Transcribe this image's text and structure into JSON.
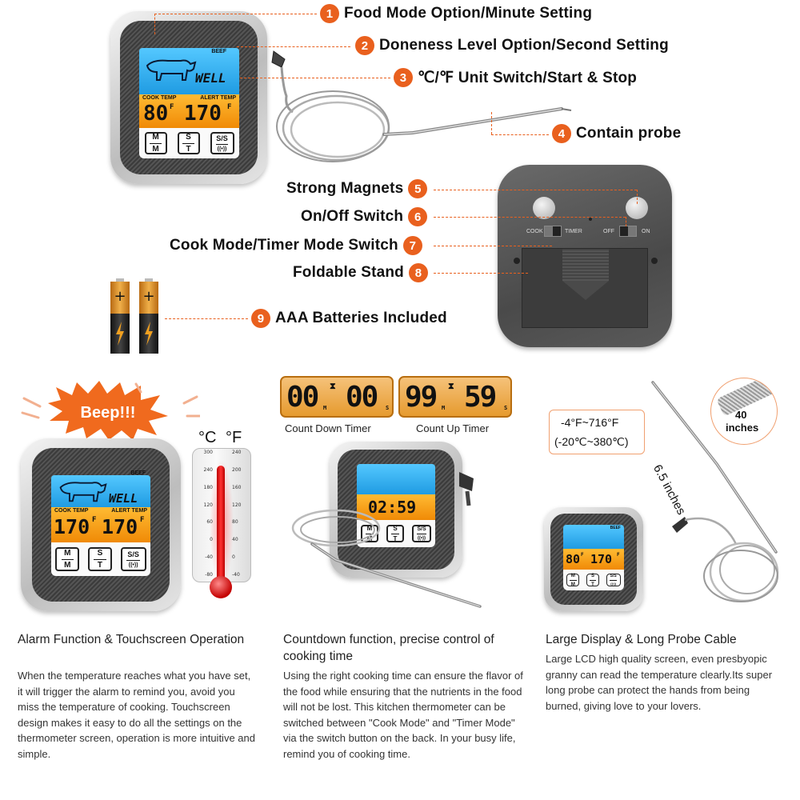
{
  "callouts": {
    "c1": {
      "num": "1",
      "label": "Food Mode Option/Minute Setting"
    },
    "c2": {
      "num": "2",
      "label": "Doneness Level Option/Second Setting"
    },
    "c3": {
      "num": "3",
      "label": "℃/℉ Unit Switch/Start & Stop"
    },
    "c4": {
      "num": "4",
      "label": "Contain probe"
    },
    "c5": {
      "num": "5",
      "label": "Strong Magnets"
    },
    "c6": {
      "num": "6",
      "label": "On/Off Switch"
    },
    "c7": {
      "num": "7",
      "label": "Cook Mode/Timer Mode Switch"
    },
    "c8": {
      "num": "8",
      "label": "Foldable Stand"
    },
    "c9": {
      "num": "9",
      "label": "AAA Batteries Included"
    }
  },
  "device_main": {
    "food": "BEEF",
    "doneness": "WELL",
    "cook_label": "COOK TEMP",
    "alert_label": "ALERT TEMP",
    "cook_value": "80",
    "alert_value": "170",
    "unit": "F",
    "key_mm_top": "M",
    "key_mm_bot": "M",
    "key_st_top": "S",
    "key_st_bot": "T",
    "key_ss_top": "S/S",
    "key_ss_bot": "((•))"
  },
  "back": {
    "cook": "COOK",
    "timer": "TIMER",
    "off": "OFF",
    "on": "ON"
  },
  "beep": "Beep!!!",
  "device_alarm": {
    "food": "BEEF",
    "doneness": "WELL",
    "cook_label": "COOK TEMP",
    "alert_label": "ALERT TEMP",
    "cook_value": "170",
    "alert_value": "170",
    "unit": "F"
  },
  "thermo_scale": {
    "c_unit": "°C",
    "f_unit": "°F",
    "c_ticks": [
      "300",
      "240",
      "180",
      "120",
      "60",
      "0",
      "-40",
      "-80"
    ],
    "f_ticks": [
      "240",
      "200",
      "160",
      "120",
      "80",
      "40",
      "0",
      "-40"
    ]
  },
  "timers": {
    "down_min": "00",
    "down_sec": "00",
    "up_min": "99",
    "up_sec": "59",
    "m": "M",
    "s": "S",
    "down_label": "Count Down Timer",
    "up_label": "Count Up Timer",
    "center_display": "02:59"
  },
  "range": {
    "line1": "-4°F~716°F",
    "line2": "(-20℃~380℃)"
  },
  "cable": {
    "length": "6.5 inches",
    "mesh_value": "40",
    "mesh_unit": "inches"
  },
  "device_small": {
    "food": "BEEF",
    "cook_value": "80",
    "alert_value": "170",
    "unit": "F"
  },
  "captions": {
    "alarm": {
      "title": "Alarm Function & Touchscreen Operation",
      "body": "When the temperature reaches what you have set, it will trigger the alarm to remind you, avoid you miss the temperature of cooking. Touchscreen design makes it easy to do all the settings on the thermometer screen, operation is more intuitive and simple."
    },
    "countdown": {
      "title": "Countdown function, precise control of cooking time",
      "body": "Using the right cooking time can ensure the flavor of the food while ensuring that the nutrients in the food will not be lost. This kitchen thermometer can be switched between \"Cook Mode\" and \"Timer Mode\" via the switch button on the back. In your busy life, remind you of cooking time."
    },
    "display": {
      "title": "Large Display & Long Probe Cable",
      "body": "Large LCD high quality screen, even presbyopic granny can read the temperature clearly.Its super long probe can protect the hands from being burned, giving love to your lovers."
    }
  }
}
